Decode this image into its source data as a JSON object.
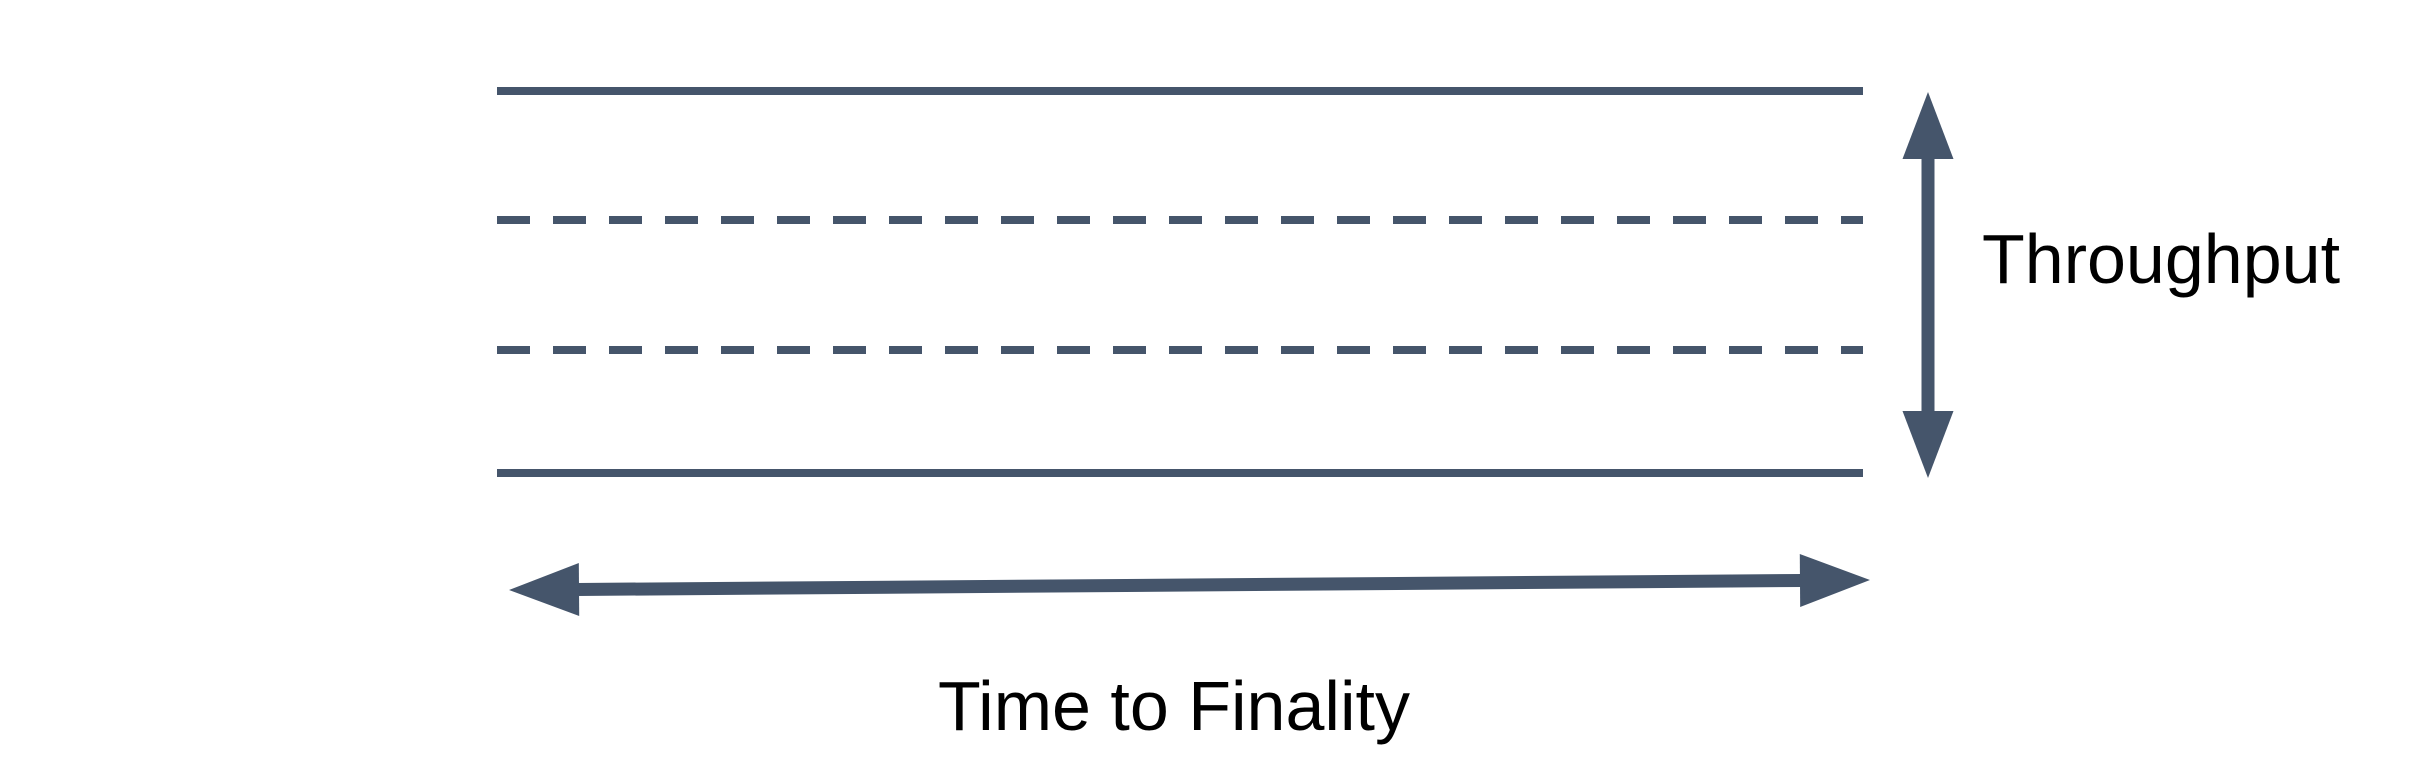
{
  "diagram": {
    "labels": {
      "throughput": "Throughput",
      "time_to_finality": "Time to Finality"
    },
    "colors": {
      "shape": "#45556B",
      "label_text": "#000000",
      "background": "#FFFFFF"
    },
    "lanes": [
      {
        "style": "solid"
      },
      {
        "style": "dashed"
      },
      {
        "style": "dashed"
      },
      {
        "style": "solid"
      }
    ],
    "arrows": [
      {
        "label": "Throughput",
        "orientation": "vertical",
        "double_headed": true
      },
      {
        "label": "Time to Finality",
        "orientation": "horizontal",
        "double_headed": true
      }
    ]
  }
}
